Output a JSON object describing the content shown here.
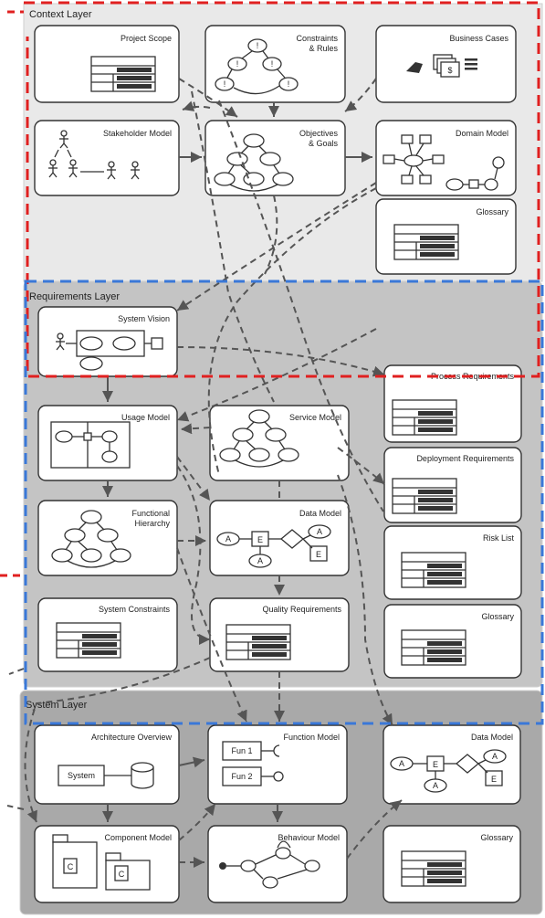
{
  "layers": {
    "context": "Context Layer",
    "requirements": "Requirements Layer",
    "system": "System Layer"
  },
  "boxes": {
    "project_scope": "Project Scope",
    "constraints_rules": [
      "Constraints",
      "& Rules"
    ],
    "business_cases": "Business Cases",
    "stakeholder_model": "Stakeholder Model",
    "objectives_goals": [
      "Objectives",
      "& Goals"
    ],
    "domain_model": "Domain Model",
    "glossary_context": "Glossary",
    "system_vision": "System Vision",
    "process_requirements": "Process Requirements",
    "usage_model": "Usage Model",
    "service_model": "Service Model",
    "deployment_requirements": "Deployment Requirements",
    "functional_hierarchy": [
      "Functional",
      "Hierarchy"
    ],
    "data_model_req": "Data Model",
    "risk_list": "Risk List",
    "system_constraints": "System Constraints",
    "quality_requirements": "Quality Requirements",
    "glossary_req": "Glossary",
    "architecture_overview": "Architecture Overview",
    "function_model": "Function Model",
    "data_model_sys": "Data Model",
    "component_model": "Component Model",
    "behaviour_model": "Behaviour Model",
    "glossary_sys": "Glossary"
  },
  "glyph_text": {
    "constraint_mark": "!",
    "dollar": "$",
    "entity": "E",
    "attribute": "A",
    "system": "System",
    "fun1": "Fun 1",
    "fun2": "Fun 2",
    "component": "C"
  },
  "highlights": {
    "context_outline": "#e02020",
    "requirements_outline": "#3a78d8"
  },
  "colors": {
    "context_bg": "#e9e9e9",
    "requirements_bg": "#c4c4c4",
    "system_bg": "#a9a9a9"
  }
}
